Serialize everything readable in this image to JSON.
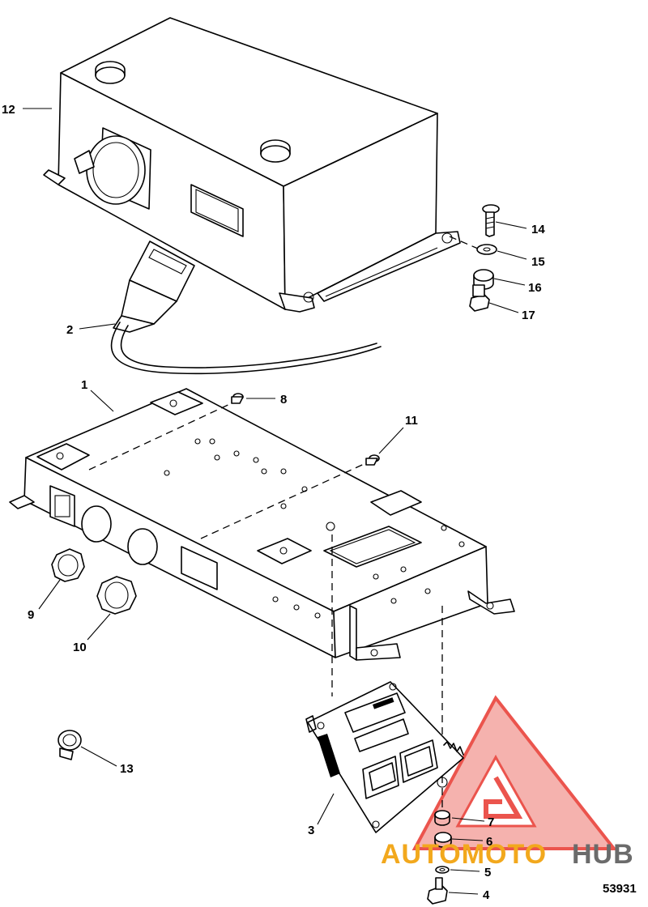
{
  "callouts": {
    "c1": "1",
    "c2": "2",
    "c3": "3",
    "c4": "4",
    "c5": "5",
    "c6": "6",
    "c7": "7",
    "c8": "8",
    "c9": "9",
    "c10": "10",
    "c11": "11",
    "c12": "12",
    "c13": "13",
    "c14": "14",
    "c15": "15",
    "c16": "16",
    "c17": "17"
  },
  "figure_number": "53931",
  "watermark": {
    "part1": "AUTOMOTO",
    "part2": "HUB"
  },
  "colors": {
    "line": "#000000",
    "watermark_red": "#e8372f",
    "watermark_orange": "#f2a81d",
    "watermark_gray": "#6b6b6b"
  }
}
